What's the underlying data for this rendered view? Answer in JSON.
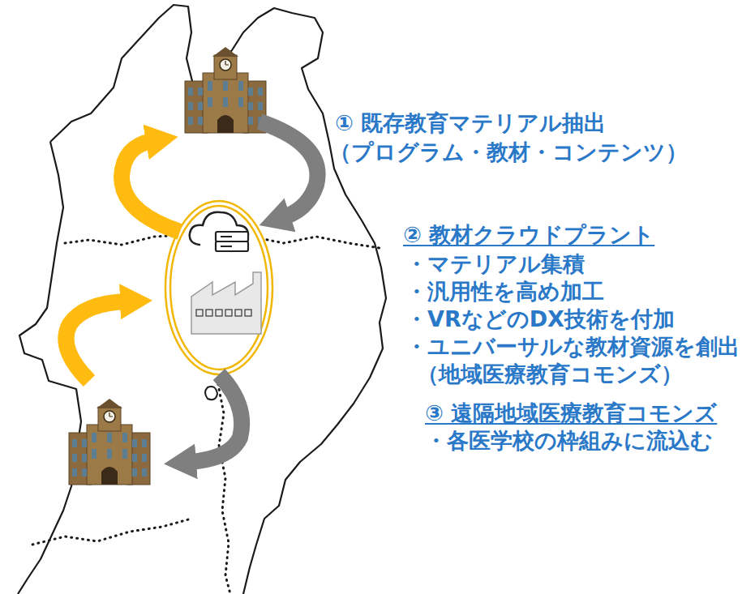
{
  "diagram": {
    "labels": [
      "① 既存教育マテリアル抽出",
      "（プログラム・教材・コンテンツ）",
      "② 教材クラウドプラント",
      "・マテリアル集積",
      "・汎用性を高め加工",
      "・VRなどのDX技術を付加",
      "・ユニバーサルな教材資源を創出",
      "（地域医療教育コモンズ）",
      "③ 遠隔地域医療教育コモンズ",
      "・各医学校の枠組みに流込む"
    ]
  }
}
